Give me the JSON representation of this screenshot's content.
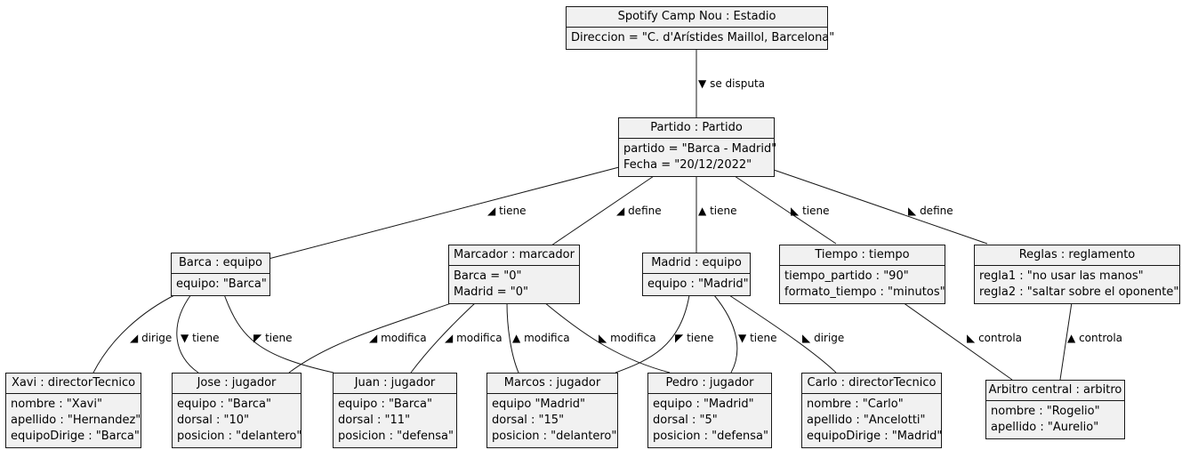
{
  "objects": {
    "estadio": {
      "title": "Spotify Camp Nou : Estadio",
      "fields": [
        "Direccion = \"C. d'Arístides Maillol, Barcelona\""
      ]
    },
    "partido": {
      "title": "Partido : Partido",
      "fields": [
        "partido = \"Barca - Madrid\"",
        "Fecha = \"20/12/2022\""
      ]
    },
    "barca": {
      "title": "Barca : equipo",
      "fields": [
        "equipo: \"Barca\""
      ]
    },
    "marcador": {
      "title": "Marcador : marcador",
      "fields": [
        "Barca = \"0\"",
        "Madrid = \"0\""
      ]
    },
    "madrid": {
      "title": "Madrid : equipo",
      "fields": [
        "equipo : \"Madrid\""
      ]
    },
    "tiempo": {
      "title": "Tiempo : tiempo",
      "fields": [
        "tiempo_partido : \"90\"",
        "formato_tiempo : \"minutos\""
      ]
    },
    "reglas": {
      "title": "Reglas : reglamento",
      "fields": [
        "regla1 : \"no usar las manos\"",
        "regla2 : \"saltar sobre el oponente\""
      ]
    },
    "xavi": {
      "title": "Xavi : directorTecnico",
      "fields": [
        "nombre : \"Xavi\"",
        "apellido : \"Hernandez\"",
        "equipoDirige : \"Barca\""
      ]
    },
    "jose": {
      "title": "Jose : jugador",
      "fields": [
        "equipo : \"Barca\"",
        "dorsal : \"10\"",
        "posicion : \"delantero\""
      ]
    },
    "juan": {
      "title": "Juan : jugador",
      "fields": [
        "equipo : \"Barca\"",
        "dorsal : \"11\"",
        "posicion : \"defensa\""
      ]
    },
    "marcos": {
      "title": "Marcos : jugador",
      "fields": [
        "equipo \"Madrid\"",
        "dorsal : \"15\"",
        "posicion : \"delantero\""
      ]
    },
    "pedro": {
      "title": "Pedro : jugador",
      "fields": [
        "equipo : \"Madrid\"",
        "dorsal : \"5\"",
        "posicion : \"defensa\""
      ]
    },
    "carlo": {
      "title": "Carlo : directorTecnico",
      "fields": [
        "nombre : \"Carlo\"",
        "apellido : \"Ancelotti\"",
        "equipoDirige : \"Madrid\""
      ]
    },
    "arbitro": {
      "title": "Arbitro central : arbitro",
      "fields": [
        "nombre : \"Rogelio\"",
        "apellido : \"Aurelio\""
      ]
    }
  },
  "edges": {
    "se_disputa": "se disputa",
    "partido_barca": "tiene",
    "partido_marcador": "define",
    "partido_madrid": "tiene",
    "partido_tiempo": "tiene",
    "partido_reglas": "define",
    "barca_xavi": "dirige",
    "barca_jose": "tiene",
    "barca_juan": "tiene",
    "marcador_jose": "modifica",
    "marcador_juan": "modifica",
    "marcador_marcos": "modifica",
    "marcador_pedro": "modifica",
    "madrid_marcos": "tiene",
    "madrid_pedro": "tiene",
    "madrid_carlo": "dirige",
    "tiempo_arbitro": "controla",
    "reglas_arbitro": "controla"
  },
  "arrows": {
    "down": "▼",
    "up": "▲",
    "left_down": "◢",
    "right_down": "◣",
    "right_up": "◤"
  },
  "colors": {
    "box_fill": "#F1F1F1",
    "border": "#181818"
  }
}
